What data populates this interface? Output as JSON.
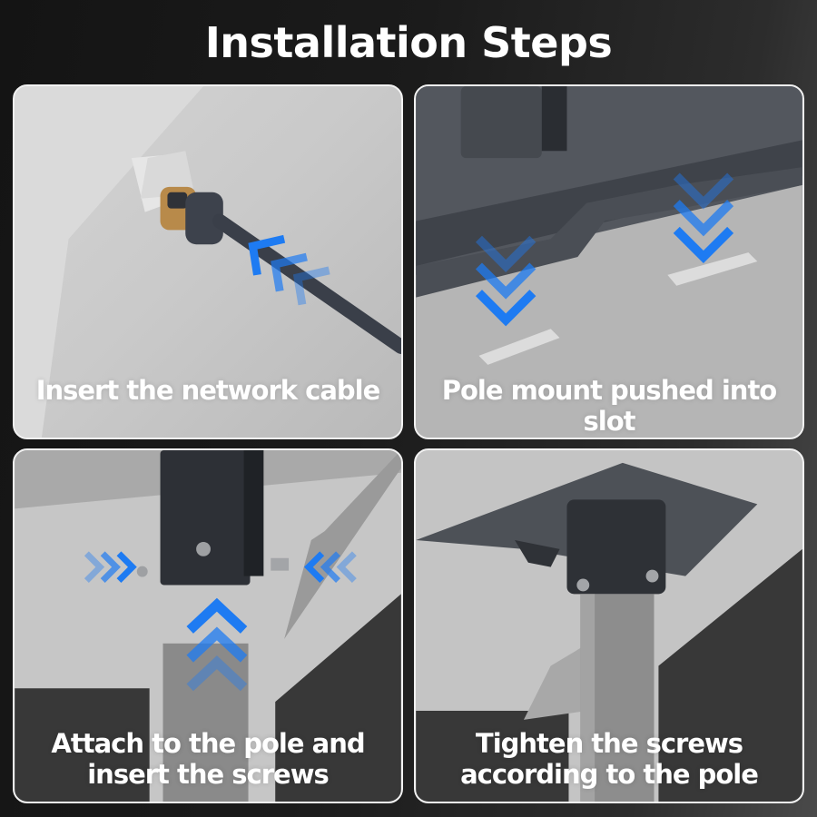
{
  "header": {
    "title": "Installation Steps"
  },
  "accent_color": "#1e7bf2",
  "steps": [
    {
      "caption": "Insert the network cable",
      "arrow_icon": "double-chevron-arrow-left-up"
    },
    {
      "caption": "Pole mount pushed into slot",
      "arrow_icon": "triple-chevron-down"
    },
    {
      "caption_line1": "Attach to the pole and",
      "caption_line2": "insert the screws",
      "arrow_icon": "triple-chevron-up-and-sides"
    },
    {
      "caption_line1": "Tighten the screws",
      "caption_line2": "according to the pole"
    }
  ]
}
